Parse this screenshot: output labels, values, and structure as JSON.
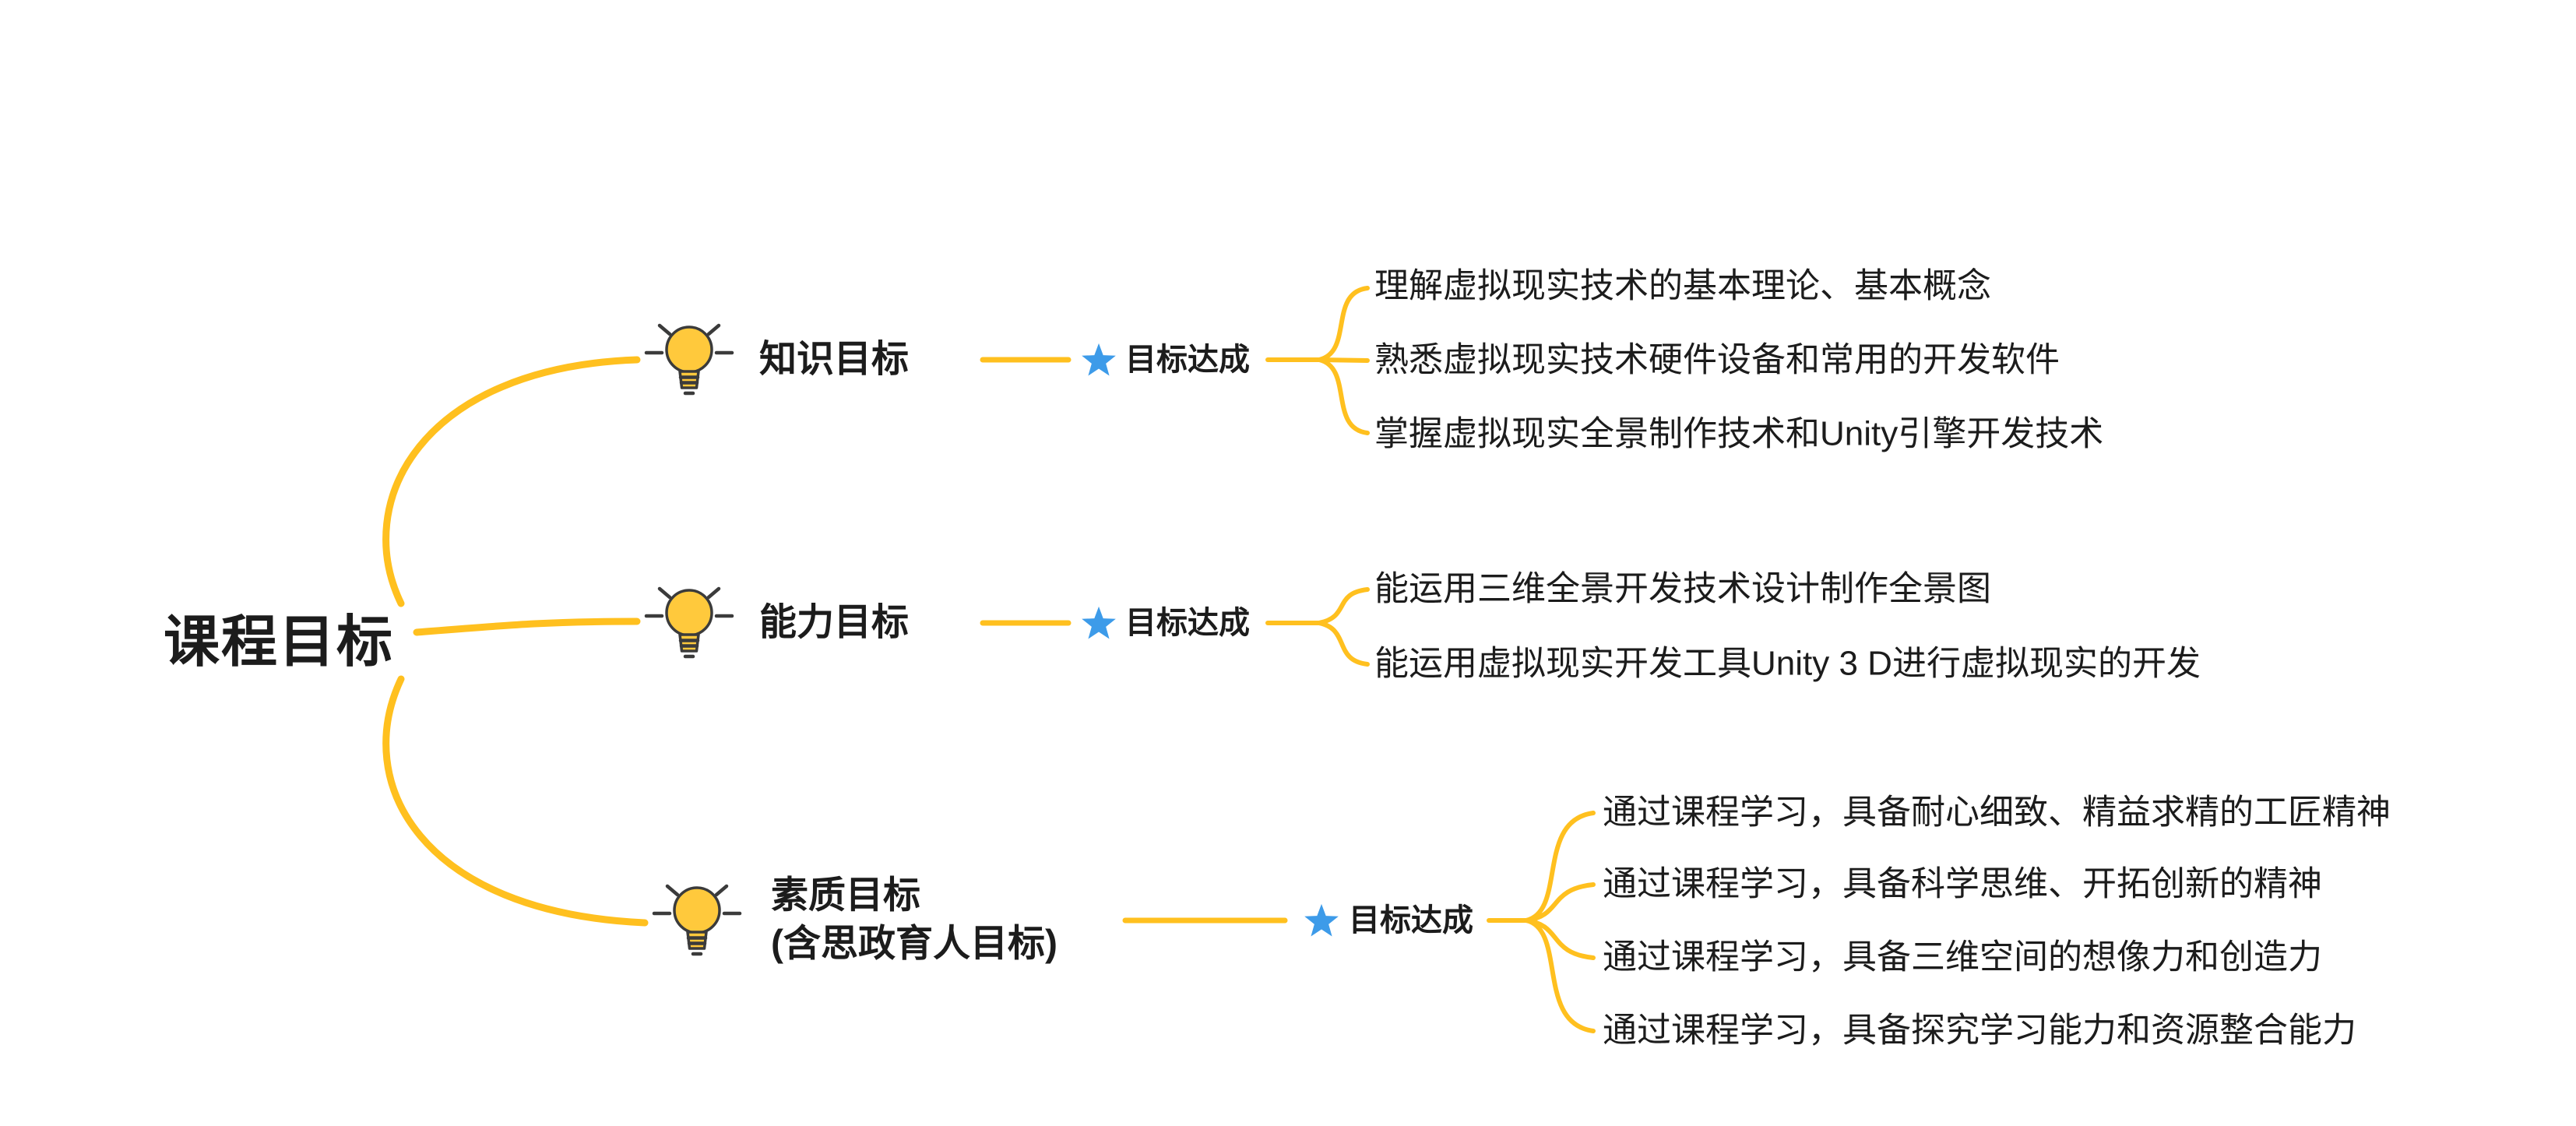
{
  "root": {
    "label": "课程目标"
  },
  "branches": [
    {
      "label": "知识目标",
      "icon": "lightbulb-icon",
      "marker": {
        "icon": "star-icon",
        "label": "目标达成"
      },
      "leaves": [
        "理解虚拟现实技术的基本理论、基本概念",
        "熟悉虚拟现实技术硬件设备和常用的开发软件",
        "掌握虚拟现实全景制作技术和Unity引擎开发技术"
      ]
    },
    {
      "label": "能力目标",
      "icon": "lightbulb-icon",
      "marker": {
        "icon": "star-icon",
        "label": "目标达成"
      },
      "leaves": [
        "能运用三维全景开发技术设计制作全景图",
        "能运用虚拟现实开发工具Unity 3 D进行虚拟现实的开发"
      ]
    },
    {
      "label": "素质目标",
      "label_line2": "(含思政育人目标)",
      "icon": "lightbulb-icon",
      "marker": {
        "icon": "star-icon",
        "label": "目标达成"
      },
      "leaves": [
        "通过课程学习，具备耐心细致、精益求精的工匠精神",
        "通过课程学习，具备科学思维、开拓创新的精神",
        "通过课程学习，具备三维空间的想像力和创造力",
        "通过课程学习，具备探究学习能力和资源整合能力"
      ]
    }
  ],
  "colors": {
    "connector": "#FFC01F",
    "star": "#3D9BE9",
    "bulb_fill": "#FFC93C",
    "icon_stroke": "#3B3B3B",
    "text": "#1C1C1C"
  }
}
